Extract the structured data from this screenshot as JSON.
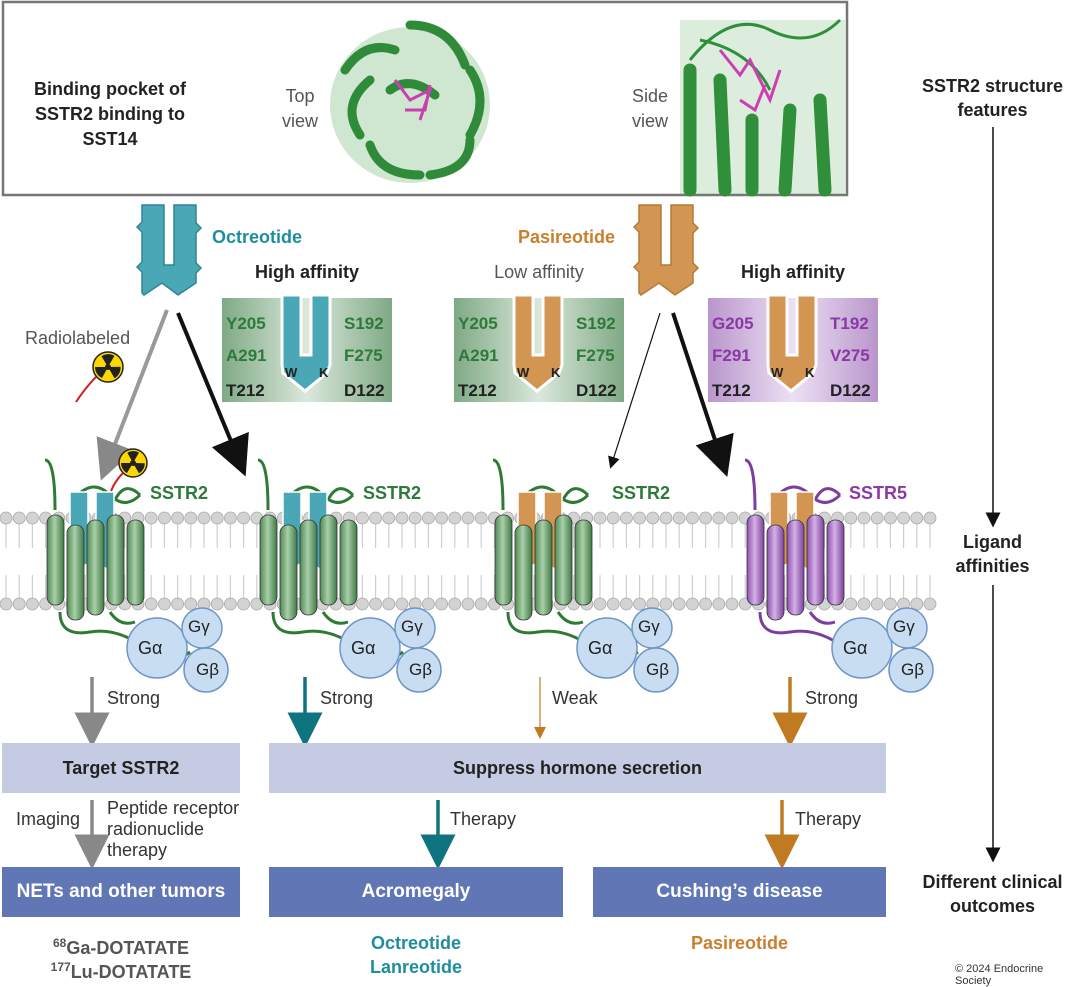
{
  "structure_panel": {
    "title": "Binding pocket of SSTR2 binding to SST14",
    "top_view_label": "Top view",
    "side_view_label": "Side view"
  },
  "right_rail": {
    "structure_features": "SSTR2 structure features",
    "ligand_affinities": "Ligand affinities",
    "clinical_outcomes": "Different clinical outcomes"
  },
  "ligands": {
    "octreotide": "Octreotide",
    "pasireotide": "Pasireotide"
  },
  "pockets": [
    {
      "affinity": "High affinity",
      "left": [
        "Y205",
        "A291",
        "T212"
      ],
      "right": [
        "S192",
        "F275",
        "D122"
      ],
      "w": "W",
      "k": "K"
    },
    {
      "affinity": "Low affinity",
      "left": [
        "Y205",
        "A291",
        "T212"
      ],
      "right": [
        "S192",
        "F275",
        "D122"
      ],
      "w": "W",
      "k": "K"
    },
    {
      "affinity": "High affinity",
      "left": [
        "G205",
        "F291",
        "T212"
      ],
      "right": [
        "T192",
        "V275",
        "D122"
      ],
      "w": "W",
      "k": "K"
    }
  ],
  "annotations": {
    "radiolabeled": "Radiolabeled"
  },
  "receptors": [
    "SSTR2",
    "SSTR2",
    "SSTR2",
    "SSTR5"
  ],
  "g_protein": {
    "alpha": "Gα",
    "gamma": "Gγ",
    "beta": "Gβ"
  },
  "signal_strength": [
    "Strong",
    "Strong",
    "Weak",
    "Strong"
  ],
  "effects": {
    "target": "Target SSTR2",
    "suppress": "Suppress hormone secretion"
  },
  "routes": {
    "imaging": "Imaging",
    "prrt": "Peptide receptor radionuclide therapy",
    "therapy1": "Therapy",
    "therapy2": "Therapy"
  },
  "outcomes": {
    "nets": "NETs and other tumors",
    "acromegaly": "Acromegaly",
    "cushings": "Cushing’s disease"
  },
  "drugs": {
    "ga_super": "68",
    "ga_text": "Ga-DOTATATE",
    "lu_super": "177",
    "lu_text": "Lu-DOTATATE",
    "octreotide": "Octreotide",
    "lanreotide": "Lanreotide",
    "pasireotide": "Pasireotide"
  },
  "copyright": "© 2024 Endocrine Society",
  "colors": {
    "teal": "#4aa8b6",
    "teal_text": "#1e8e9e",
    "orange": "#d39652",
    "orange_text": "#c97f2e",
    "green_receptor": "#5f9a64",
    "purple_receptor": "#a971c2",
    "gprotein": "#c8dcf2",
    "membrane": "#cfcfcf",
    "light_box": "#c4cbe2",
    "dark_box": "#6176b4"
  }
}
